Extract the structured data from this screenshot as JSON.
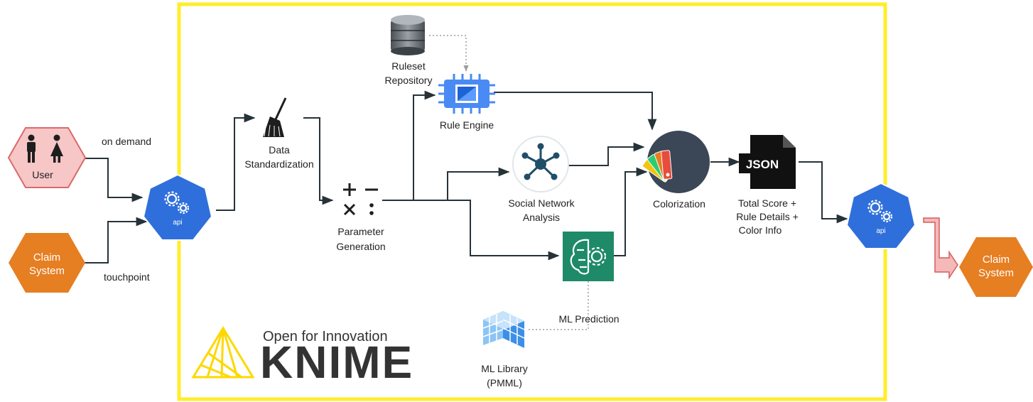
{
  "nodes": {
    "user": "User",
    "claim_system_in": [
      "Claim",
      "System"
    ],
    "claim_system_out": [
      "Claim",
      "System"
    ],
    "api_in": "api",
    "api_out": "api",
    "data_std": [
      "Data",
      "Standardization"
    ],
    "param_gen": [
      "Parameter",
      "Generation"
    ],
    "ruleset_repo": [
      "Ruleset",
      "Repository"
    ],
    "rule_engine": "Rule Engine",
    "sna": [
      "Social Network",
      "Analysis"
    ],
    "colorization": "Colorization",
    "json_icon": "JSON",
    "output": [
      "Total Score +",
      "Rule Details +",
      "Color Info"
    ],
    "ml_library": [
      "ML Library",
      "(PMML)"
    ]
  },
  "edges": {
    "on_demand": "on demand",
    "touchpoint": "touchpoint",
    "ml_prediction": "ML Prediction"
  },
  "branding": {
    "tagline": "Open for Innovation",
    "name": "KNIME"
  },
  "colors": {
    "frame": "#ffed2b",
    "user": "#f7c6c6",
    "claim": "#e67e22",
    "api": "#2f6fdb",
    "rule_engine": "#4a8af4",
    "ml": "#1e8a67",
    "knime_yellow": "#fdd800",
    "connector": "#263238"
  },
  "icons": {
    "people": "people-icon",
    "gear": "gear-icon",
    "broom": "broom-icon",
    "math": "math-operators-icon",
    "database": "database-icon",
    "chip": "chip-icon",
    "network": "network-icon",
    "palette": "color-palette-icon",
    "json": "json-file-icon",
    "brain": "brain-gear-icon",
    "cubes": "cube-grid-icon",
    "arrow": "arrow-icon"
  }
}
